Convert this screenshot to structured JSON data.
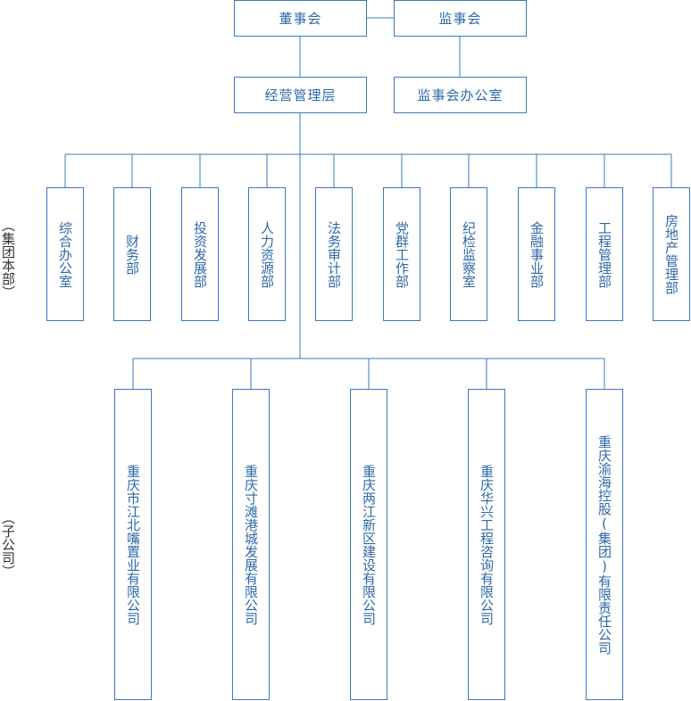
{
  "colors": {
    "line": "#3a78c2",
    "text": "#2f69a8",
    "side_text": "#333333"
  },
  "top": {
    "board": "董事会",
    "supervisory_board": "监事会",
    "management": "经营管理层",
    "supervisory_office": "监事会办公室"
  },
  "headquarters": {
    "side_label": "（集团本部）",
    "departments": [
      "综合办公室",
      "财务部",
      "投资发展部",
      "人力资源部",
      "法务审计部",
      "党群工作部",
      "纪检监察室",
      "金融事业部",
      "工程管理部",
      "房地产管理部"
    ]
  },
  "subsidiaries": {
    "side_label": "（子公司）",
    "companies": [
      "重庆市江北嘴置业有限公司",
      "重庆寸滩港城发展有限公司",
      "重庆两江新区建设有限公司",
      "重庆华兴工程咨询有限公司",
      "重庆渝海控股(集团)有限责任公司"
    ]
  }
}
